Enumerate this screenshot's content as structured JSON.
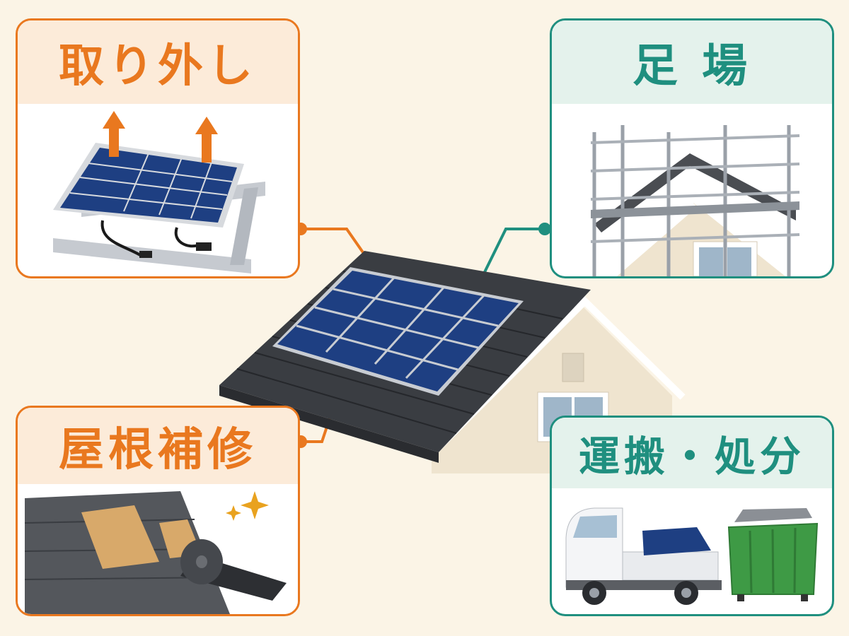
{
  "colors": {
    "background": "#fbf4e6",
    "orange": "#e9781f",
    "orange_header": "#fcebd9",
    "teal": "#1f8f7f",
    "teal_header": "#e4f2ec",
    "panel_blue": "#1e3f82",
    "roof": "#3a3d42"
  },
  "panels": {
    "removal": {
      "title": "取り外し",
      "accent": "orange"
    },
    "scaffolding": {
      "title": "足 場",
      "accent": "teal"
    },
    "roof_repair": {
      "title": "屋根補修",
      "accent": "orange"
    },
    "transport": {
      "title": "運搬・処分",
      "accent": "teal"
    }
  },
  "icons": [
    "up-arrow-icon",
    "sparkle-icon",
    "connector-dot-icon"
  ]
}
